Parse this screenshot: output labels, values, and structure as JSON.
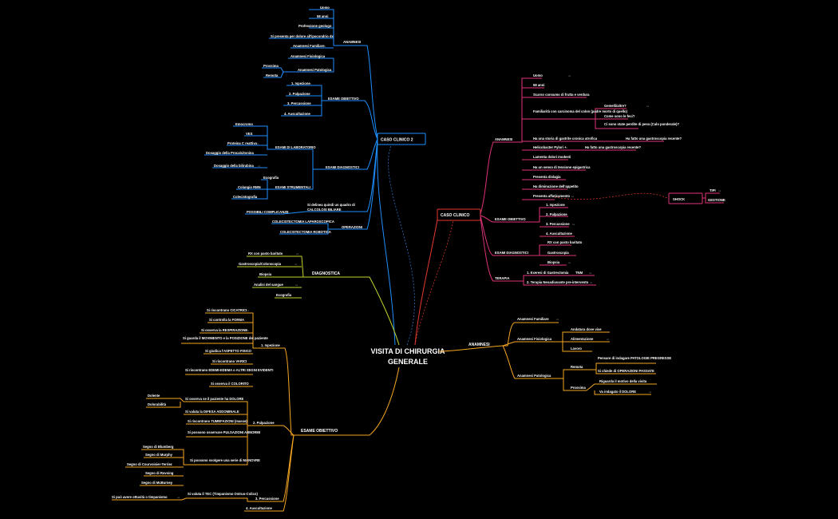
{
  "root": {
    "title_line1": "VISITA DI CHIRURGIA",
    "title_line2": "GENERALE"
  },
  "colors": {
    "blue": "#1e90ff",
    "green": "#c4d42b",
    "orange": "#f5a623",
    "pink": "#e0337a",
    "red": "#e8392f",
    "blue_dash": "#2f7fd8"
  },
  "c2": {
    "title": "CASO CLINICO 2",
    "anamnesi": {
      "label": "ANAMNESI",
      "items": [
        "Uomo",
        "58 anni",
        "Professione geologo",
        "Si presenta per dolore all'ipocondrio dx",
        "Anamnesi Familiare",
        "Anamnesi Fisiologica",
        "Anamnesi Patologica"
      ],
      "pat_children": [
        "Prossima",
        "Remota"
      ]
    },
    "esame": {
      "label": "ESAME OBIETTIVO",
      "items": [
        "1. Ispezione",
        "2. Palpazione",
        "3. Percussione",
        "4. Auscultazione"
      ]
    },
    "diagnostici": {
      "label": "ESAMI DIAGNOSTICI",
      "lab_label": "ESAMI DI LABORATORIO",
      "lab": [
        "Emocromo",
        "VES",
        "Proteina C reattiva",
        "Dosaggio della Procalcitonina",
        "Dosaggio della bilirubina"
      ],
      "strum_label": "ESAMI STRUMENTALI",
      "strum": [
        "Ecografia",
        "Colangio RMN",
        "Colecistografia"
      ]
    },
    "calcoli": {
      "line1": "Si delinea quindi un quadro di",
      "line2": "CALCOLOSI BILIARE",
      "compl": "POSSIBILI COMPLICANZE"
    },
    "operazioni": {
      "label": "OPERAZIONI",
      "items": [
        "COLECISTECTOMIA LAPAROSCOPICA",
        "COLECISTECTOMIA ROBOTICA"
      ]
    }
  },
  "diagnostica": {
    "label": "DIAGNOSTICA",
    "items": [
      "RX con pasto baritato",
      "Gastroscopia/Colonscopia",
      "Biopsia",
      "Analisi del sangue",
      "Ecografia"
    ]
  },
  "esame_obiettivo": {
    "label": "ESAME OBIETTIVO",
    "ispezione": {
      "label": "1. Ispezione",
      "items": [
        "Si riscontrano CICATRICI",
        "Si controlla la FORMA",
        "Si osserva la RESPIRAZIONE",
        "Si guarda il MOVIMENTO e la POSIZIONE del paziente",
        "Si giudica l'ASPETTO FISICO",
        "Si riscontrano VARICI",
        "Si riscontrano EDEMI-EDEMA o ALTRI SEGNI EVIDENTI",
        "Si osserva il COLORITO"
      ]
    },
    "palpazione": {
      "label": "2. Palpazione",
      "dolore": "Si osserva se il paziente ha DOLORE",
      "dolore_children": [
        "Dolente",
        "Dolorabilità"
      ],
      "items": [
        "Si valuta la DIFESA ADDOMINALE",
        "Si riscontrano TUMEFAZIONI (masse)",
        "Si possono osservare PULSAZIONI ABNORMI",
        "Si possono svolgere una serie di MANOVRE"
      ],
      "manovre": [
        "Segno di Blumberg",
        "Segno di Murphy",
        "Segno di Courvoisier-Terrier",
        "Segno di Rovsing",
        "Segno di McBurney"
      ]
    },
    "percussione": {
      "label": "3. Percussione",
      "item": "Si valuta il TEC (Timpanismo Ostruo-Colico)",
      "note": "Si può avere ottusità o timpanismo"
    },
    "auscultazione": {
      "label": "4. Auscultazione"
    }
  },
  "anamnesi_r": {
    "label": "ANAMNESI",
    "familiare": "Anamnesi Familiare",
    "fisiologica": "Anamnesi Fisiologica",
    "fis_items": [
      "Andatura dove vive",
      "Alimentazione",
      "Lavoro"
    ],
    "patologica": "Anamnesi Patologica",
    "remota": "Remota",
    "remota_items": [
      "Pensare di indagare PATOLOGIE PREGRESSE",
      "Si chiede di OPERAZIONI PASSATE"
    ],
    "prossima": "Prossima",
    "prossima_items": [
      "Riguarda il motivo della visita",
      "Va indagato il DOLORE"
    ]
  },
  "caso": {
    "title": "CASO CLINICO",
    "anamnesi": {
      "label": "ANAMNESI",
      "items": [
        "Uomo",
        "58 anni",
        "Scarso consumo di frutta e verdura",
        "Familiarità con carcinoma del colon (padre morto di quello)",
        "Ha una storia di gastrite cronica atrofica",
        "Helicobacter Pylori +",
        "Lamenta dolori modesti",
        "Ha un senso di tensione epigastrica",
        "Presenta dislagia",
        "Ha diminuzione dell'appetito",
        "Presenta affaticamento"
      ],
      "fam_q": [
        "Gemelli/altre?",
        "Come sono le feci?",
        "Ci sono state perdite di peso (Calo ponderale)?"
      ],
      "gastrite_q": "Ha fatto una gastroscopia recente?",
      "hp_q": "Ha fatto una gastroscopia recente?",
      "shock": "SHOCK",
      "shock_items": [
        "TIPI",
        "GESTIONE"
      ]
    },
    "esame": {
      "label": "ESAME OBIETTIVO",
      "items": [
        "1. Ispezione",
        "2. Palpazione",
        "3. Percussione",
        "4. Auscultazione"
      ]
    },
    "diagnostici": {
      "label": "ESAMI DIAGNOSTICI",
      "items": [
        "RX con pasto baritato",
        "Gastroscopia",
        "Biopsia"
      ]
    },
    "terapia": {
      "label": "TERAPIA",
      "items": [
        "1. Exeresi di Gastrectomia",
        "2. Terapia Neoadiuvante pre-intervento"
      ],
      "tnm": "TNM"
    }
  }
}
